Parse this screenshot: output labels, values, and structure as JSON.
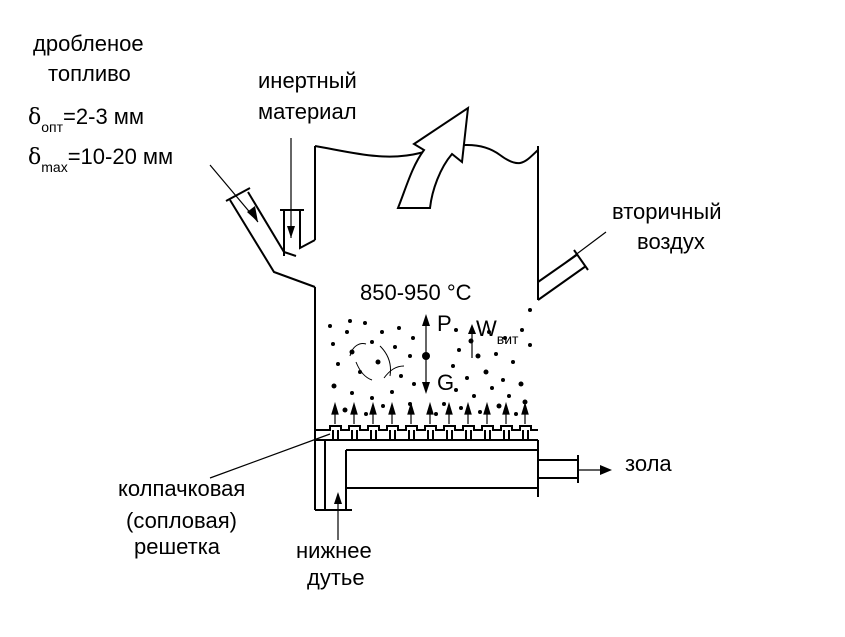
{
  "labels": {
    "fuel_line1": "дробленое",
    "fuel_line2": "топливо",
    "delta_symbol": "δ",
    "opt_sub": "опт",
    "opt_value": "=2-3 мм",
    "max_sub": "max",
    "max_value": "=10-20 мм",
    "inert_line1": "инертный",
    "inert_line2": "материал",
    "secondary_line1": "вторичный",
    "secondary_line2": "воздух",
    "temperature": "850-950 °C",
    "P": "P",
    "G": "G",
    "W": "W",
    "w_sub": "вит",
    "ash": "зола",
    "grate_line1": "колпачковая",
    "grate_line2": "(сопловая)",
    "grate_line3": "решетка",
    "bottom_line1": "нижнее",
    "bottom_line2": "дутье"
  },
  "colors": {
    "ink": "#000000",
    "background": "#ffffff"
  }
}
